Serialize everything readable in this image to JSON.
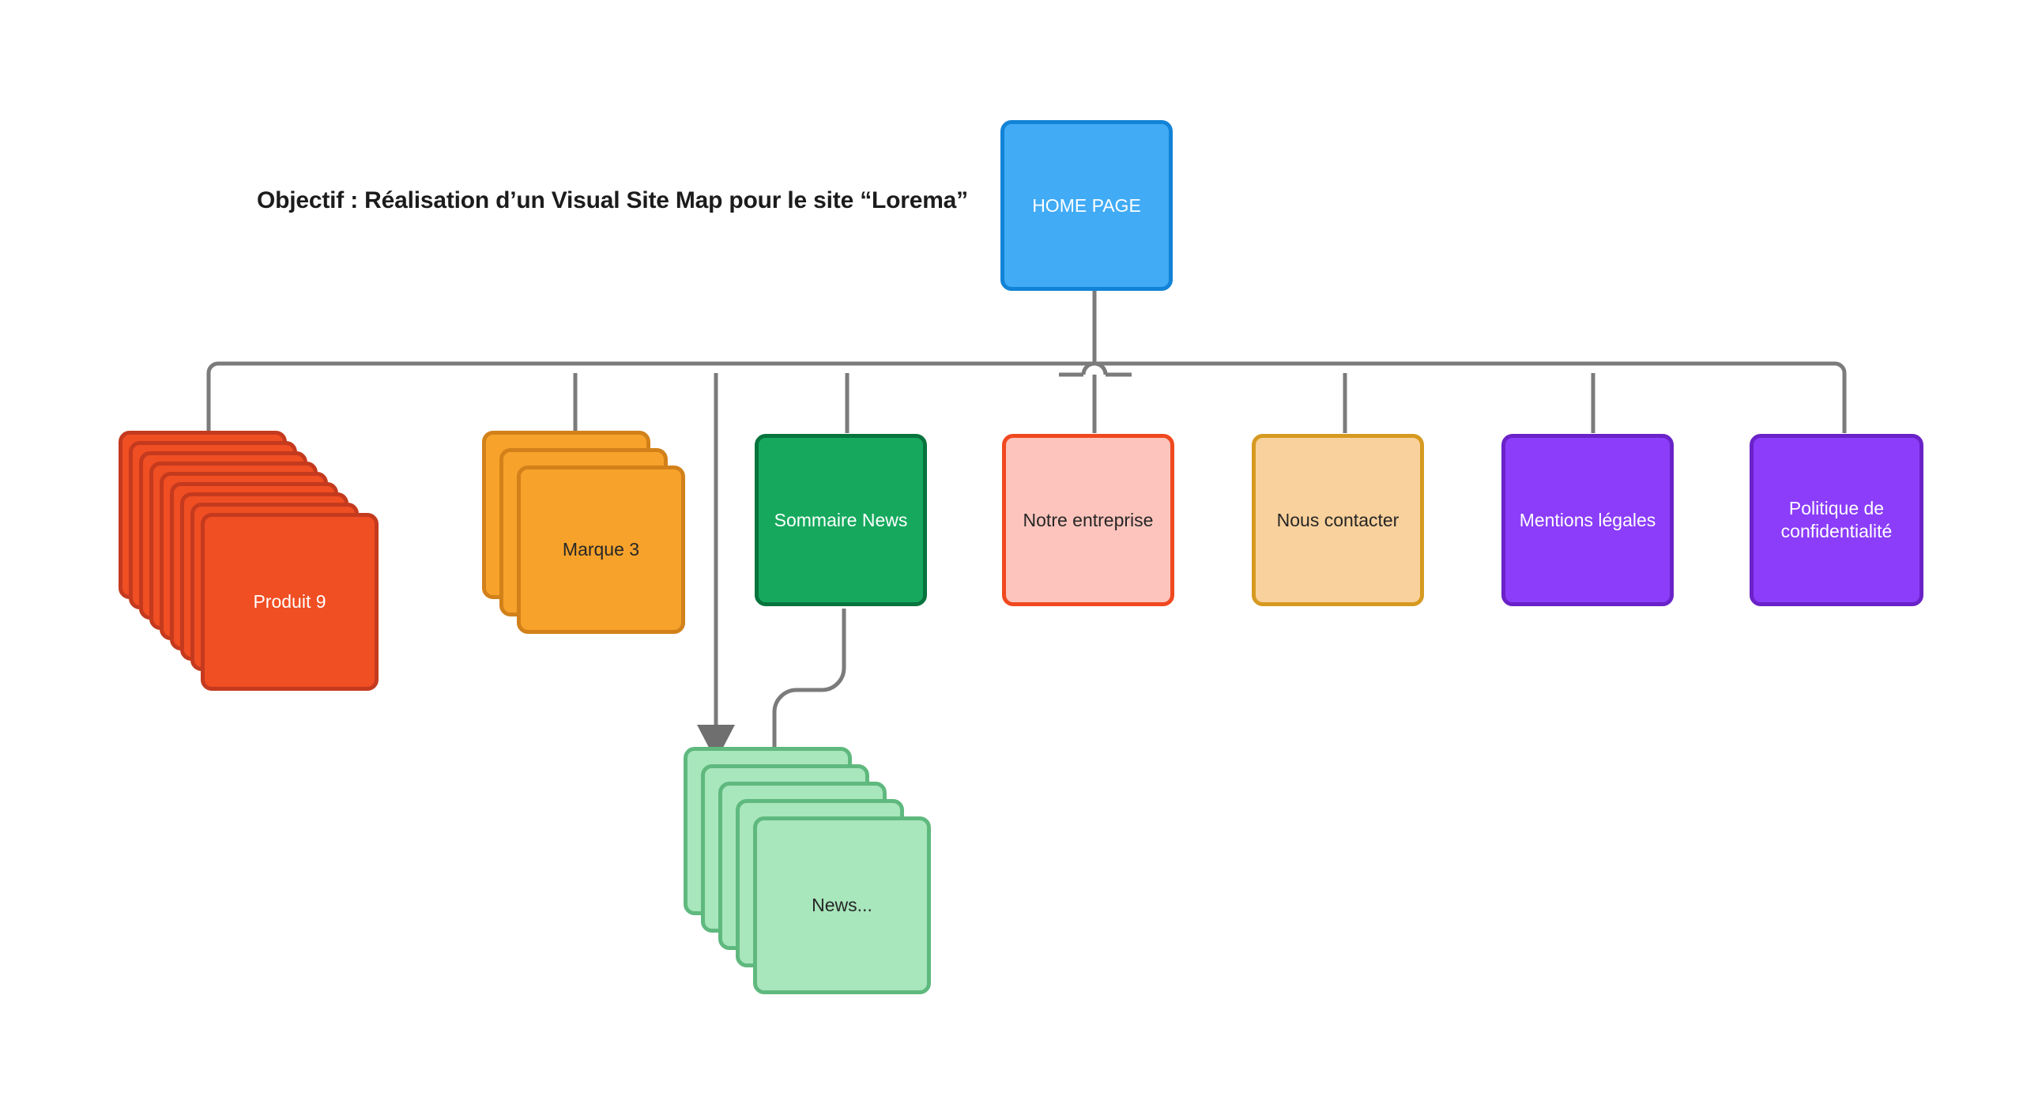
{
  "title": "Objectif : Réalisation d’un Visual Site Map pour le site “Lorema”",
  "colors": {
    "connector": "#7b7b7b",
    "home_fill": "#41ABF5",
    "home_border": "#1283D6",
    "red_fill": "#F04E23",
    "red_border": "#C43A1E",
    "orange_fill": "#F7A22B",
    "orange_border": "#D2811A",
    "green_fill": "#16A95E",
    "green_border": "#07743D",
    "pink_fill": "#FCC4BC",
    "pink_border": "#F0481F",
    "peach_fill": "#F9D19C",
    "peach_border": "#D69A21",
    "purple_fill": "#8B3DFA",
    "purple_border": "#6A22C9",
    "lightgreen_fill": "#A8E6BC",
    "lightgreen_border": "#5FB97E",
    "text_light": "#ffffff",
    "text_dark": "#262626"
  },
  "root": {
    "label": "HOME PAGE"
  },
  "nodes": [
    {
      "id": "produits",
      "label": "Produit 9",
      "kind": "stack",
      "count": 9,
      "text_color": "light"
    },
    {
      "id": "marques",
      "label": "Marque 3",
      "kind": "stack",
      "count": 3,
      "text_color": "dark"
    },
    {
      "id": "sommaire_news",
      "label": "Sommaire News",
      "kind": "box",
      "text_color": "light"
    },
    {
      "id": "entreprise",
      "label": "Notre entreprise",
      "kind": "box",
      "text_color": "dark"
    },
    {
      "id": "contact",
      "label": "Nous contacter",
      "kind": "box",
      "text_color": "dark"
    },
    {
      "id": "mentions",
      "label": "Mentions légales",
      "kind": "box",
      "text_color": "light"
    },
    {
      "id": "politique",
      "label": "Politique de\nconfidentialité",
      "kind": "box",
      "text_color": "light"
    }
  ],
  "news": {
    "label": "News...",
    "count": 5,
    "text_color": "dark"
  }
}
